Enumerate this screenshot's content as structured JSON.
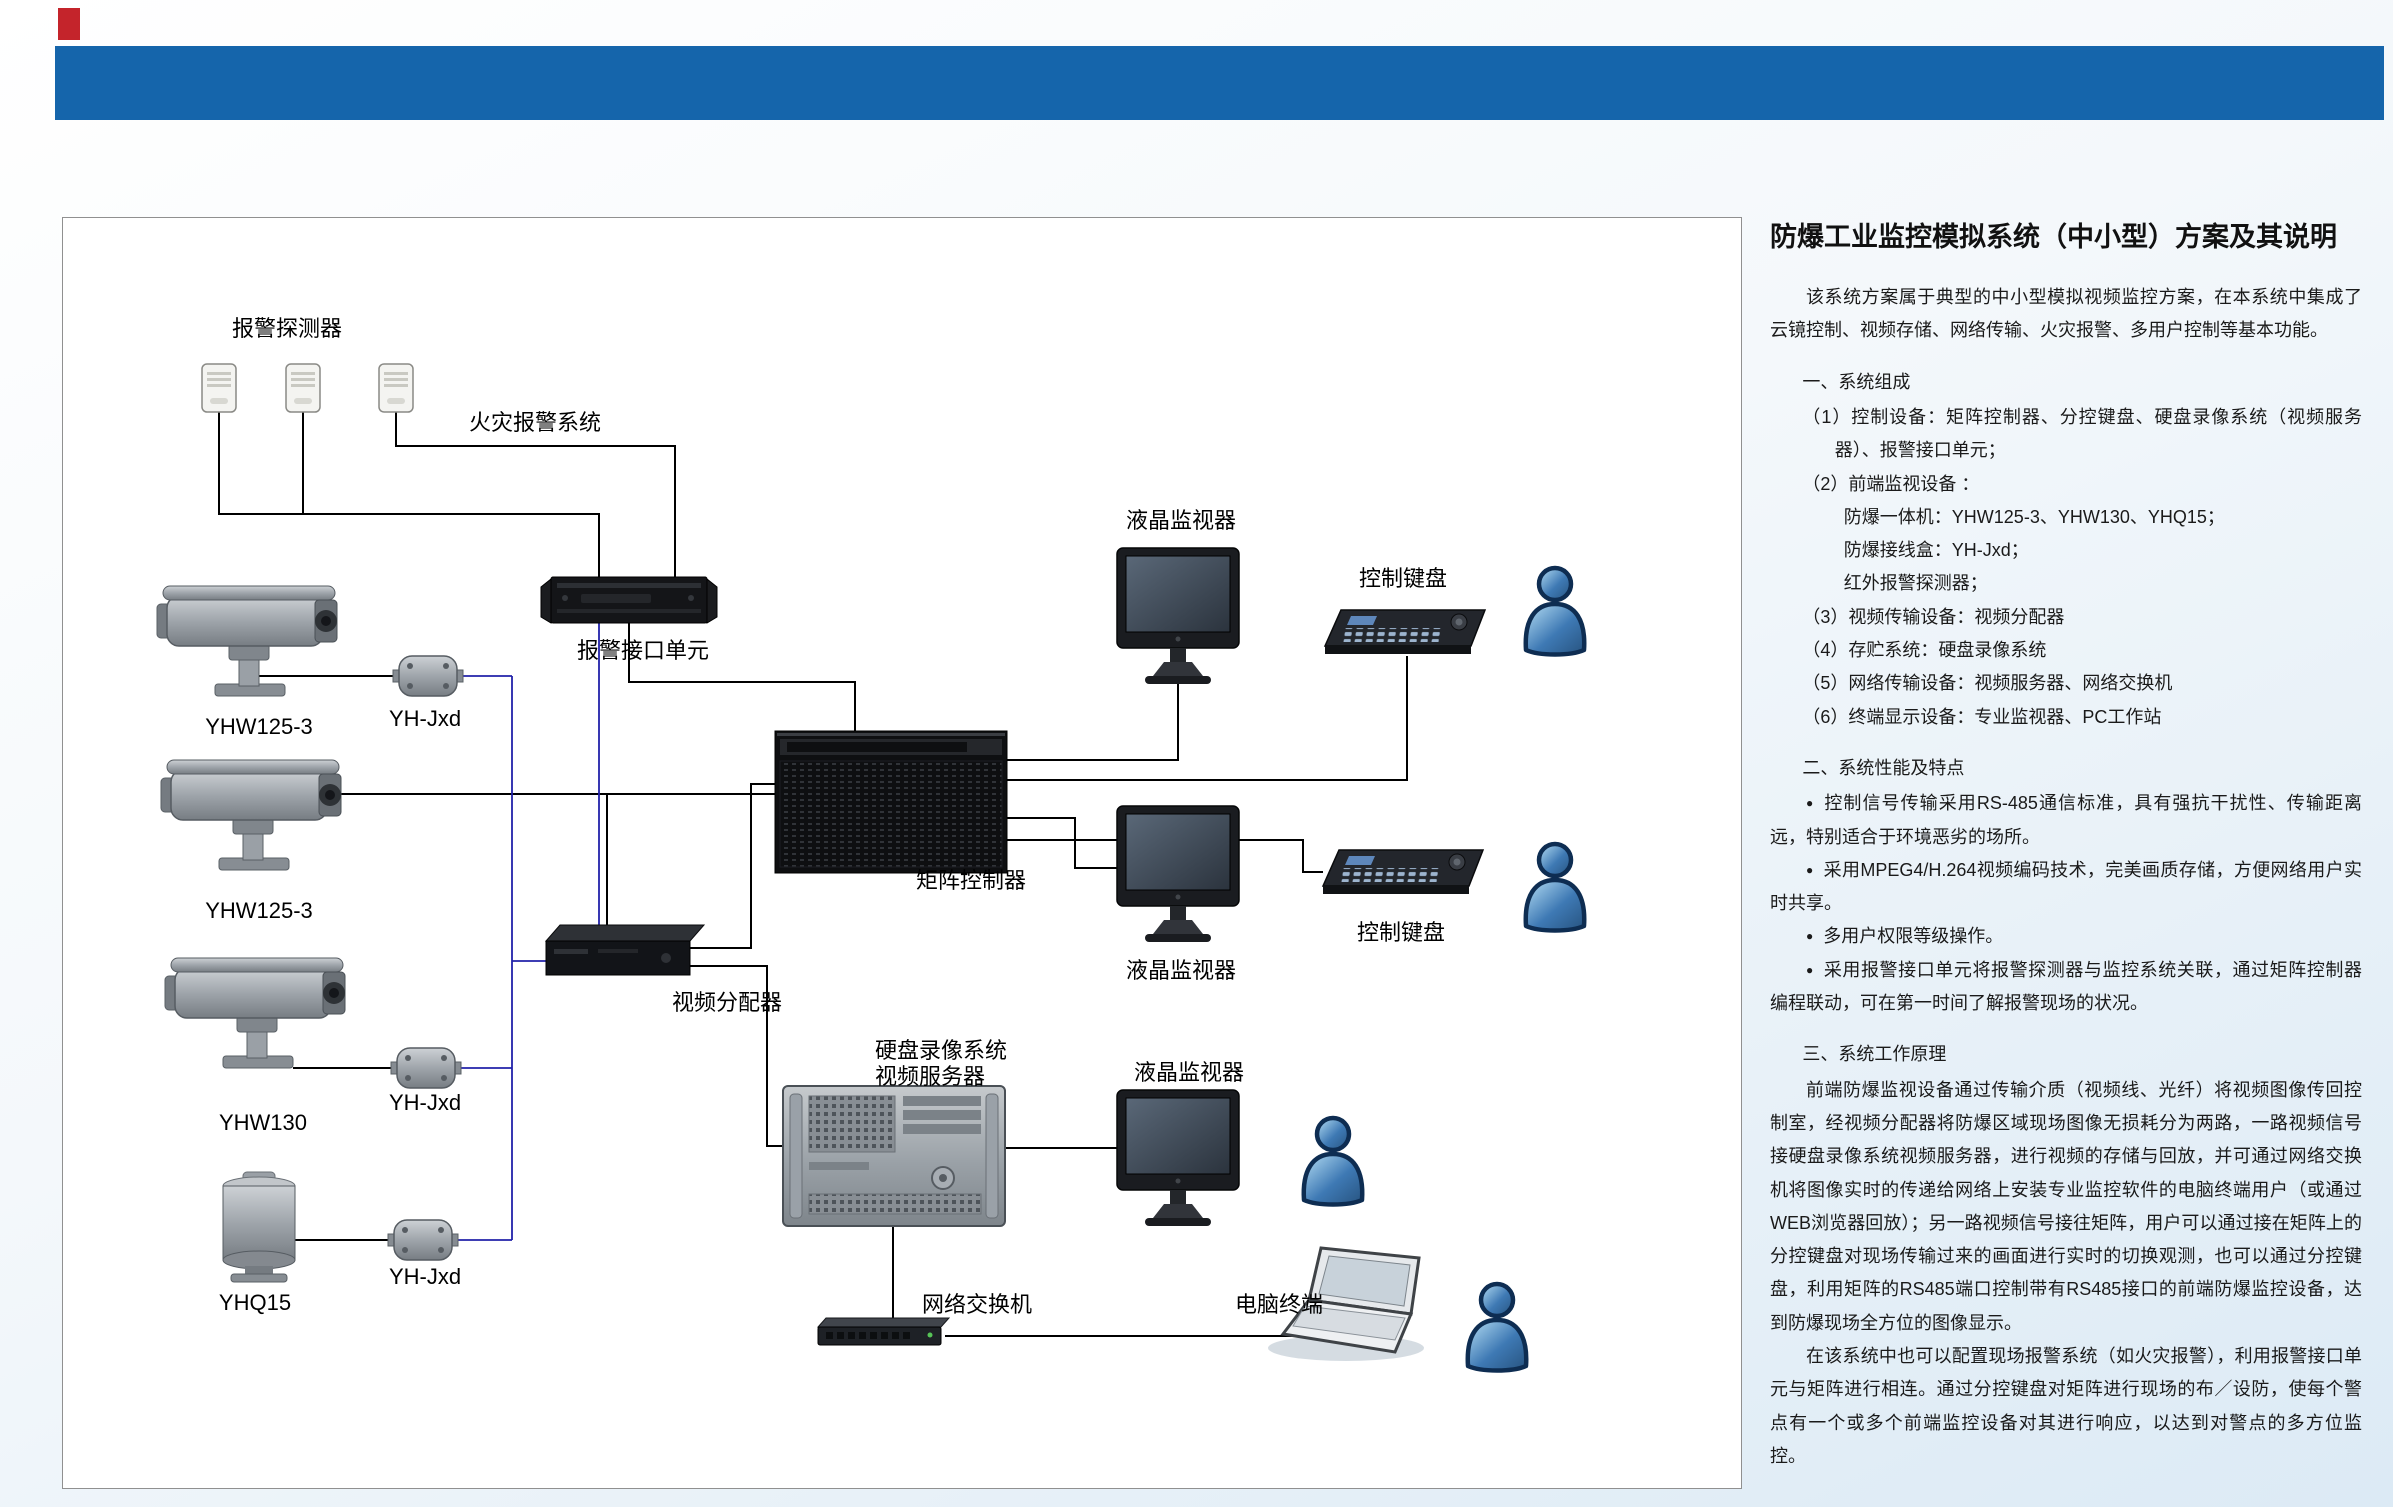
{
  "colors": {
    "header_bar": "#1565ab",
    "logo_red": "#c4242b",
    "control_wire_blue": "#2222aa",
    "person_blue": "#3e79b4"
  },
  "panel": {
    "title": "防爆工业监控模拟系统（中小型）方案及其说明",
    "intro": "该系统方案属于典型的中小型模拟视频监控方案，在本系统中集成了云镜控制、视频存储、网络传输、火灾报警、多用户控制等基本功能。",
    "bullet_char": "●",
    "sections": [
      {
        "title": "一、系统组成",
        "items": [
          "（1）控制设备：矩阵控制器、分控键盘、硬盘录像系统（视频服务器）、报警接口单元；",
          "（2）前端监视设备 ：",
          "防爆一体机：YHW125-3、YHW130、YHQ15；",
          "防爆接线盒：YH-Jxd；",
          "红外报警探测器；",
          "（3）视频传输设备：视频分配器",
          "（4）存贮系统：硬盘录像系统",
          "（5）网络传输设备：视频服务器、网络交换机",
          "（6）终端显示设备：专业监视器、PC工作站"
        ]
      },
      {
        "title": "二、系统性能及特点",
        "bullets": [
          "控制信号传输采用RS-485通信标准，具有强抗干扰性、传输距离远，特别适合于环境恶劣的场所。",
          "采用MPEG4/H.264视频编码技术，完美画质存储，方便网络用户实时共享。",
          "多用户权限等级操作。",
          "采用报警接口单元将报警探测器与监控系统关联，通过矩阵控制器编程联动，可在第一时间了解报警现场的状况。"
        ]
      },
      {
        "title": "三、系统工作原理",
        "paragraphs": [
          "前端防爆监视设备通过传输介质（视频线、光纤）将视频图像传回控制室，经视频分配器将防爆区域现场图像无损耗分为两路，一路视频信号接硬盘录像系统视频服务器，进行视频的存储与回放，并可通过网络交换机将图像实时的传递给网络上安装专业监控软件的电脑终端用户（或通过WEB浏览器回放）；另一路视频信号接往矩阵，用户可以通过接在矩阵上的分控键盘对现场传输过来的画面进行实时的切换观测，也可以通过分控键盘，利用矩阵的RS485端口控制带有RS485接口的前端防爆监控设备，达到防爆现场全方位的图像显示。",
          "在该系统中也可以配置现场报警系统（如火灾报警），利用报警接口单元与矩阵进行相连。通过分控键盘对矩阵进行现场的布／设防，使每个警点有一个或多个前端监控设备对其进行响应，以达到对警点的多方位监控。"
        ]
      }
    ]
  },
  "diagram": {
    "labels": {
      "alarm_detector": "报警探测器",
      "fire_alarm_system": "火灾报警系统",
      "alarm_interface_unit": "报警接口单元",
      "camera_yhw125_1": "YHW125-3",
      "camera_yhw125_2": "YHW125-3",
      "camera_yhw130": "YHW130",
      "camera_yhq15": "YHQ15",
      "junction_1": "YH-Jxd",
      "junction_2": "YH-Jxd",
      "junction_3": "YH-Jxd",
      "matrix_controller": "矩阵控制器",
      "video_distributor": "视频分配器",
      "dvr_system": "硬盘录像系统",
      "video_server": "视频服务器",
      "lcd_monitor_1": "液晶监视器",
      "lcd_monitor_2": "液晶监视器",
      "lcd_monitor_3": "液晶监视器",
      "control_keyboard_1": "控制键盘",
      "control_keyboard_2": "控制键盘",
      "network_switch": "网络交换机",
      "pc_terminal": "电脑终端"
    }
  }
}
